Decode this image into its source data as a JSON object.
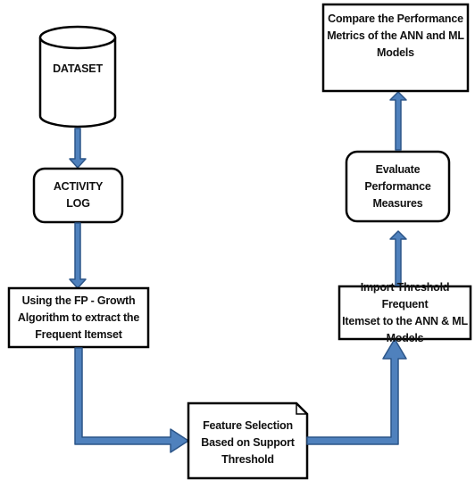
{
  "diagram": {
    "colors": {
      "arrow_fill": "#4f81bd",
      "arrow_stroke": "#2c5588",
      "box_border": "#000000",
      "text": "#111111",
      "background": "#ffffff"
    },
    "nodes": {
      "dataset": "DATASET",
      "activity_log": "ACTIVITY\nLOG",
      "fp_growth": "Using the FP - Growth\nAlgorithm to extract the\nFrequent Itemset",
      "feature_selection": "Feature Selection\nBased on Support\nThreshold",
      "import_threshold": "Import Threshold Frequent\nItemset to the ANN & ML\nModels",
      "evaluate": "Evaluate\nPerformance\nMeasures",
      "compare": "Compare the Performance\nMetrics of the ANN and ML\nModels"
    }
  }
}
